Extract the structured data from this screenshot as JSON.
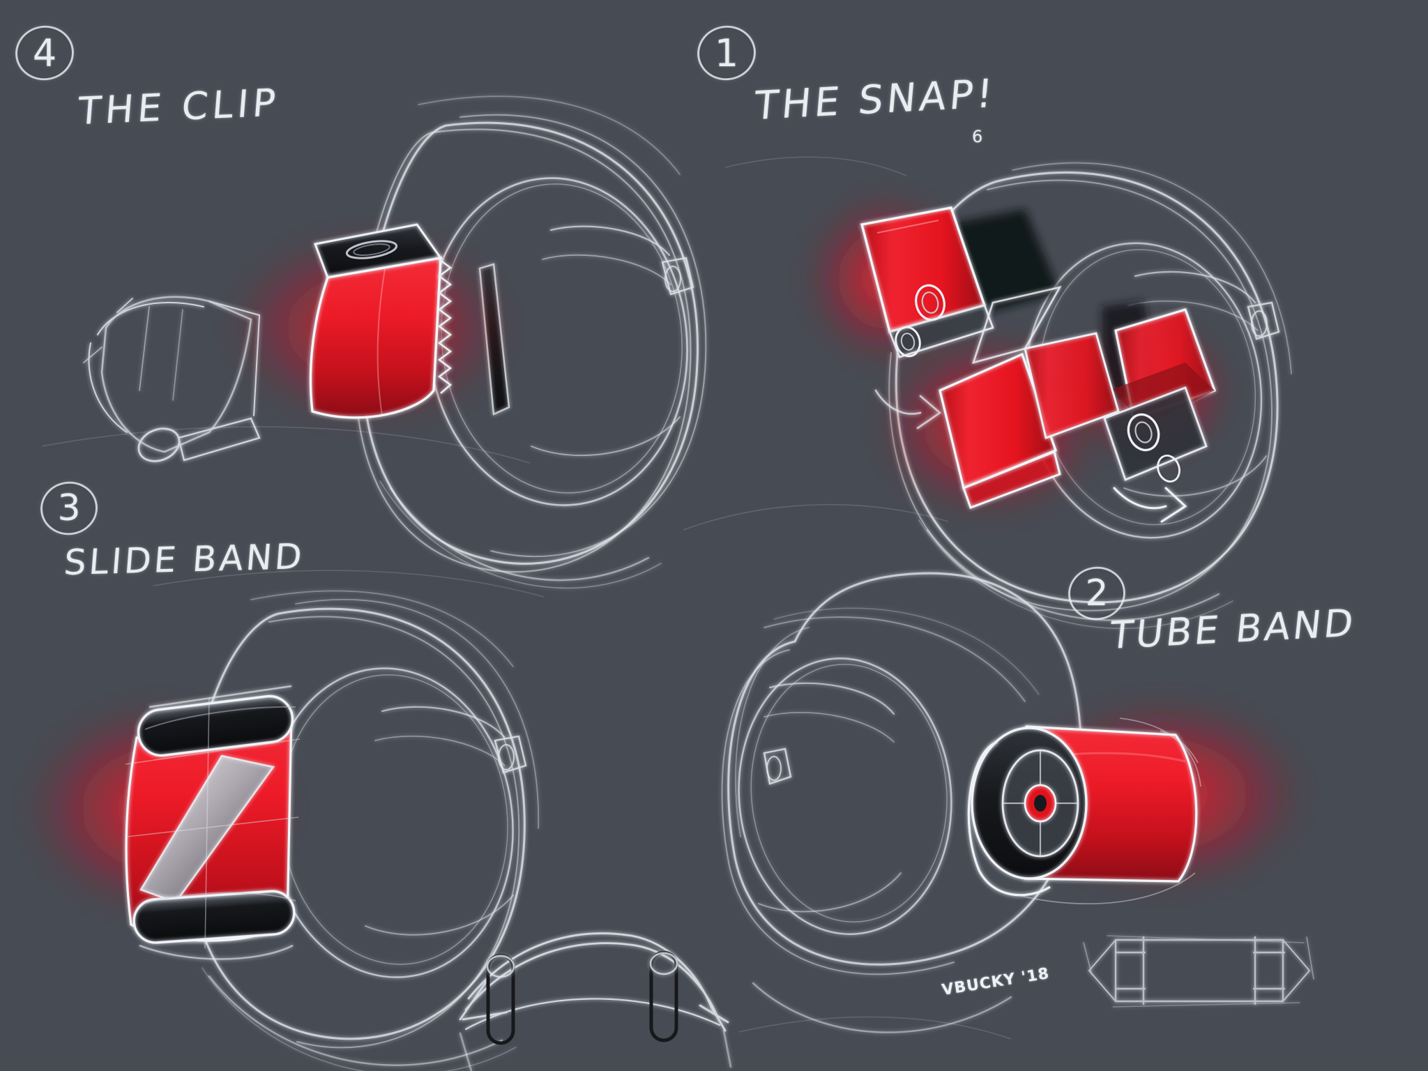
{
  "artwork": {
    "title": "Watch band attachment concepts",
    "medium": "digital sketch",
    "background_color": "#474b54",
    "line_color": "#e8ebf0",
    "accent_color": "#ee2233",
    "dark_detail_color": "#1b1d21",
    "signature": "VBUCKY '18"
  },
  "concepts": [
    {
      "number": "1",
      "label": "THE SNAP!",
      "label_suffix": "6",
      "position": "top-right"
    },
    {
      "number": "2",
      "label": "TUBE BAND",
      "position": "bottom-right"
    },
    {
      "number": "3",
      "label": "SLIDE BAND",
      "position": "bottom-left"
    },
    {
      "number": "4",
      "label": "THE CLIP",
      "position": "top-left"
    }
  ],
  "detail_sketches": [
    {
      "name": "rail-cross-section",
      "position": "bottom-center"
    },
    {
      "name": "tube-orthographic-view",
      "position": "bottom-right-corner"
    }
  ]
}
